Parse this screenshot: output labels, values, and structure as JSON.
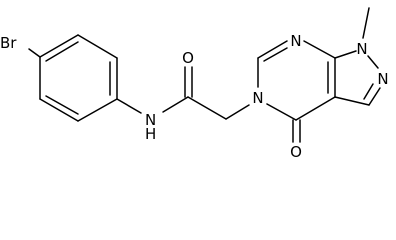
{
  "molecule": {
    "atom_labels": {
      "bromine": "Br",
      "amide_nitrogen": "N",
      "amide_hydrogen": "H",
      "carbonyl_oxygen_amide": "O",
      "ring_nitrogen_n5": "N",
      "ring_nitrogen_n7": "N",
      "pyrazole_nitrogen_n1": "N",
      "pyrazole_nitrogen_n2": "N",
      "carbonyl_oxygen_ring": "O"
    },
    "colors": {
      "bond": "#000000",
      "label": "#000000",
      "background": "#ffffff"
    }
  }
}
